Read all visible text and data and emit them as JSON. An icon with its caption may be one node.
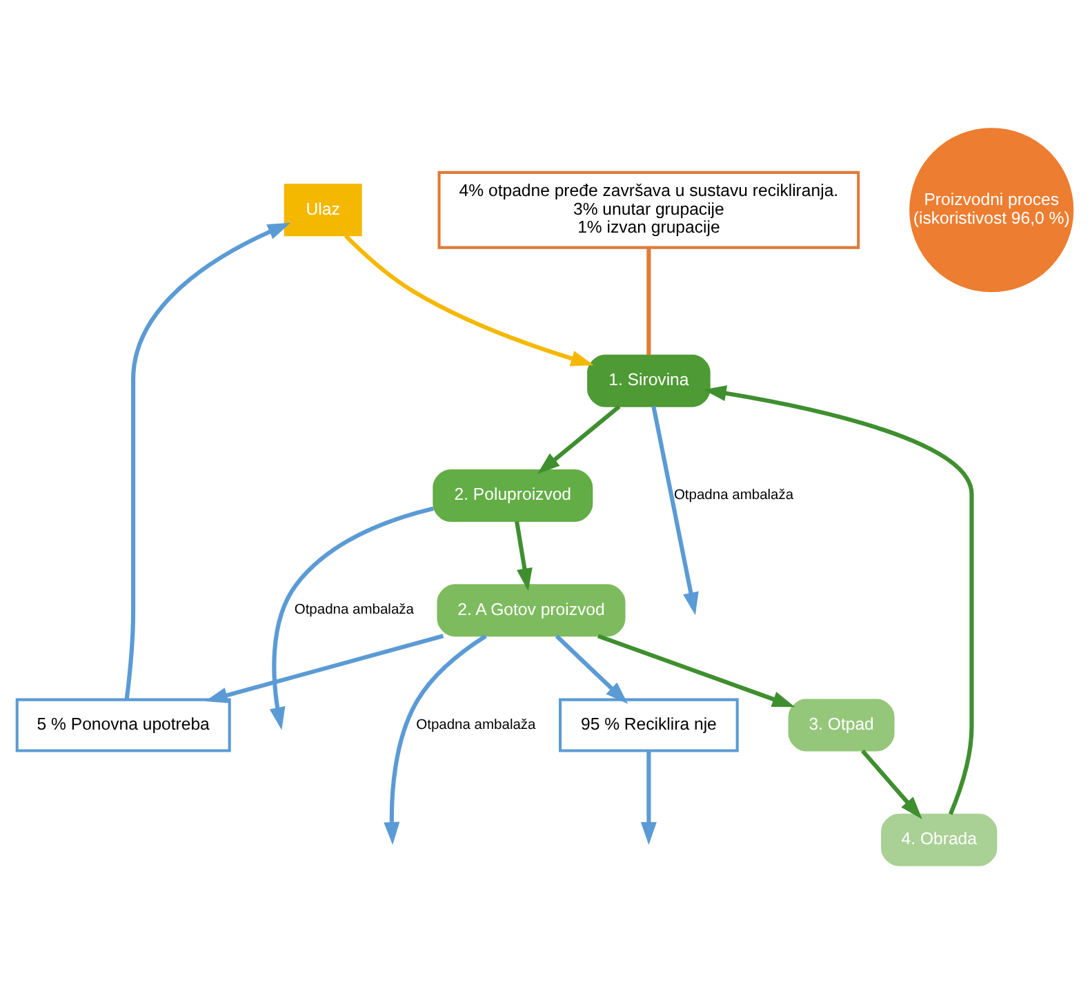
{
  "diagram": {
    "nodes": [
      {
        "text": [
          "Ulaz"
        ]
      },
      {
        "text": [
          "4% otpadne pređe završava u sustavu recikliranja.",
          "3% unutar grupacije",
          "1% izvan grupacije"
        ]
      },
      {
        "text": [
          "1. Sirovina"
        ]
      },
      {
        "text": [
          "2. Poluproizvod"
        ]
      },
      {
        "text": [
          "2. A Gotov proizvod"
        ]
      },
      {
        "text": [
          "3. Otpad"
        ]
      },
      {
        "text": [
          "4. Obrada"
        ]
      },
      {
        "text": [
          "Proizvodni proces (iskoristivost 96,0 %)"
        ]
      },
      {
        "text": [
          "5 % Ponovna upotreba"
        ]
      },
      {
        "text": [
          "95 % Reciklira nje"
        ]
      }
    ],
    "edges": [
      {
        "from": 0,
        "to": 2,
        "arrow": "to",
        "color": "#f5b800"
      },
      {
        "from": 1,
        "to": 2,
        "arrow": "none",
        "color": "#e07b39"
      },
      {
        "from": 2,
        "to": 3,
        "arrow": "to",
        "color": "#3f8f2f"
      },
      {
        "from": 3,
        "to": 4,
        "arrow": "to",
        "color": "#3f8f2f"
      },
      {
        "from": 4,
        "to": 5,
        "arrow": "to",
        "color": "#3f8f2f"
      },
      {
        "from": 5,
        "to": 6,
        "arrow": "to",
        "color": "#3f8f2f"
      },
      {
        "from": 6,
        "to": 2,
        "arrow": "to",
        "color": "#3f8f2f"
      },
      {
        "from": 2,
        "to": null,
        "label": "Otpadna ambalaža",
        "arrow": "to",
        "color": "#5b9bd5"
      },
      {
        "from": 3,
        "to": null,
        "label": "Otpadna ambalaža",
        "arrow": "to",
        "color": "#5b9bd5"
      },
      {
        "from": 4,
        "to": null,
        "label": "Otpadna ambalaža",
        "arrow": "to",
        "color": "#5b9bd5"
      },
      {
        "from": 4,
        "to": 8,
        "arrow": "to",
        "color": "#5b9bd5"
      },
      {
        "from": 4,
        "to": 9,
        "arrow": "to",
        "color": "#5b9bd5"
      },
      {
        "from": 9,
        "to": null,
        "arrow": "to",
        "color": "#5b9bd5"
      },
      {
        "from": 8,
        "to": 0,
        "arrow": "to",
        "color": "#5b9bd5"
      }
    ]
  }
}
